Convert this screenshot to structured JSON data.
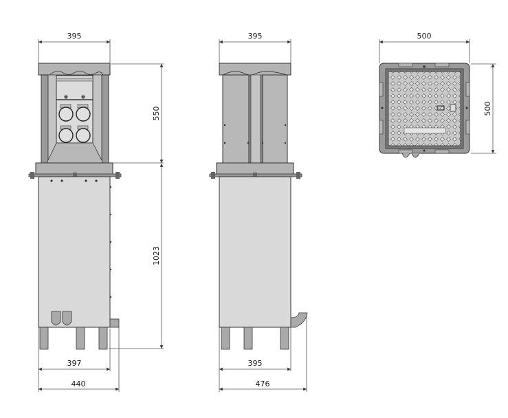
{
  "drawing": {
    "type": "technical-dimension-drawing",
    "subject": "pop-up floor socket box",
    "units": "mm",
    "colors": {
      "body_light": "#d9d9d9",
      "body_mid": "#b3b3b3",
      "body_dark": "#9a9a9a",
      "outline": "#333333",
      "dimension_line": "#555555",
      "background": "#ffffff"
    }
  },
  "views": {
    "front": {
      "label": "front-view",
      "top_width": "395",
      "upper_height": "550",
      "lower_height": "1023",
      "base_width": "397",
      "overall_width": "440",
      "sockets_count": 4
    },
    "side": {
      "label": "side-view",
      "top_width": "395",
      "base_width": "395",
      "overall_width": "476"
    },
    "top": {
      "label": "top-view",
      "width": "500",
      "height": "500"
    }
  }
}
